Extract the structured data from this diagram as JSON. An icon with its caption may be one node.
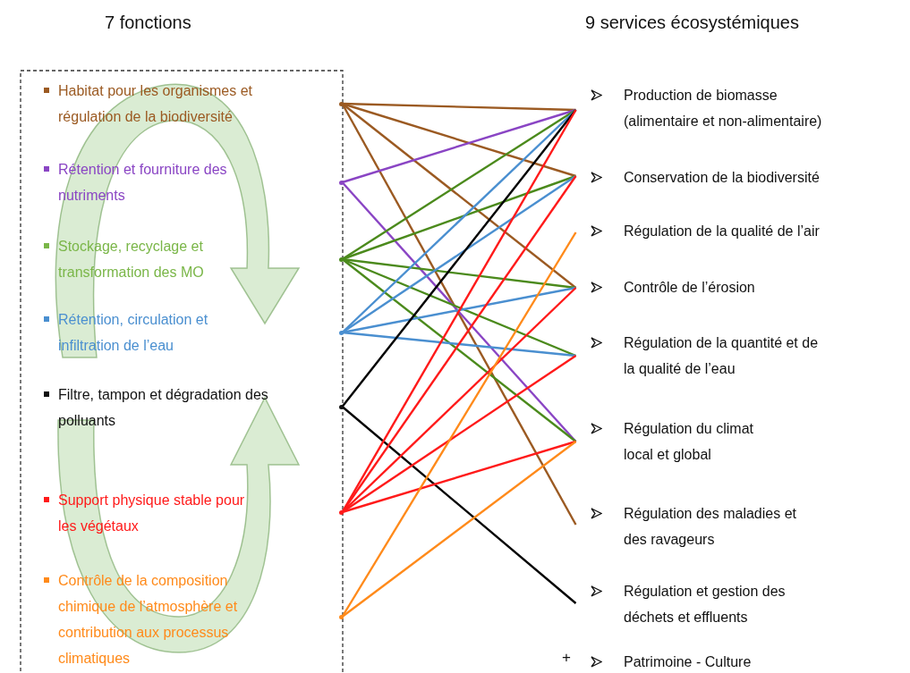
{
  "diagram": {
    "nodes": [
      {
        "text": [
          "Habitat pour les organismes et régulation de la biodiversité"
        ]
      },
      {
        "text": [
          "Rétention et fourniture des nutriments"
        ]
      },
      {
        "text": [
          "Stockage, recyclage et transformation des MO"
        ]
      },
      {
        "text": [
          "Rétention, circulation et infiltration de l’eau"
        ]
      },
      {
        "text": [
          "Filtre, tampon et dégradation des polluants"
        ]
      },
      {
        "text": [
          "Support physique stable pour les végétaux"
        ]
      },
      {
        "text": [
          "Contrôle de la composition chimique de l’atmosphère et contribution aux processus climatiques"
        ]
      },
      {
        "text": [
          "Production de biomasse (alimentaire et non-alimentaire)"
        ]
      },
      {
        "text": [
          "Conservation de la biodiversité"
        ]
      },
      {
        "text": [
          "Régulation de la qualité de l’air"
        ]
      },
      {
        "text": [
          "Contrôle de l’érosion"
        ]
      },
      {
        "text": [
          "Régulation de la quantité et de la qualité de l’eau"
        ]
      },
      {
        "text": [
          "Régulation du climat local et global"
        ]
      },
      {
        "text": [
          "Régulation des maladies et des ravageurs"
        ]
      },
      {
        "text": [
          "Régulation et gestion des déchets et effluents"
        ]
      },
      {
        "text": [
          "Patrimoine - Culture"
        ]
      }
    ],
    "edges": [
      {
        "from": 0,
        "to": 7,
        "arrow": "none",
        "color": "#9b5a22"
      },
      {
        "from": 0,
        "to": 8,
        "arrow": "none",
        "color": "#9b5a22"
      },
      {
        "from": 0,
        "to": 10,
        "arrow": "none",
        "color": "#9b5a22"
      },
      {
        "from": 0,
        "to": 13,
        "arrow": "none",
        "color": "#9b5a22"
      },
      {
        "from": 1,
        "to": 7,
        "arrow": "none",
        "color": "#8a45c4"
      },
      {
        "from": 1,
        "to": 12,
        "arrow": "none",
        "color": "#8a45c4"
      },
      {
        "from": 2,
        "to": 7,
        "arrow": "none",
        "color": "#4b8a1c"
      },
      {
        "from": 2,
        "to": 8,
        "arrow": "none",
        "color": "#4b8a1c"
      },
      {
        "from": 2,
        "to": 10,
        "arrow": "none",
        "color": "#4b8a1c"
      },
      {
        "from": 2,
        "to": 11,
        "arrow": "none",
        "color": "#4b8a1c"
      },
      {
        "from": 2,
        "to": 12,
        "arrow": "none",
        "color": "#4b8a1c"
      },
      {
        "from": 3,
        "to": 7,
        "arrow": "none",
        "color": "#4a8fd0"
      },
      {
        "from": 3,
        "to": 8,
        "arrow": "none",
        "color": "#4a8fd0"
      },
      {
        "from": 3,
        "to": 10,
        "arrow": "none",
        "color": "#4a8fd0"
      },
      {
        "from": 3,
        "to": 11,
        "arrow": "none",
        "color": "#4a8fd0"
      },
      {
        "from": 4,
        "to": 7,
        "arrow": "none",
        "color": "#000000"
      },
      {
        "from": 4,
        "to": 14,
        "arrow": "none",
        "color": "#000000"
      },
      {
        "from": 5,
        "to": 7,
        "arrow": "none",
        "color": "#ff1a1a"
      },
      {
        "from": 5,
        "to": 8,
        "arrow": "none",
        "color": "#ff1a1a"
      },
      {
        "from": 5,
        "to": 10,
        "arrow": "none",
        "color": "#ff1a1a"
      },
      {
        "from": 5,
        "to": 11,
        "arrow": "none",
        "color": "#ff1a1a"
      },
      {
        "from": 5,
        "to": 12,
        "arrow": "none",
        "color": "#ff1a1a"
      },
      {
        "from": 6,
        "to": 9,
        "arrow": "none",
        "color": "#ff8a1a"
      },
      {
        "from": 6,
        "to": 12,
        "arrow": "none",
        "color": "#ff8a1a"
      }
    ],
    "labels": [
      "7 fonctions",
      "9 services écosystémiques",
      "+"
    ]
  }
}
